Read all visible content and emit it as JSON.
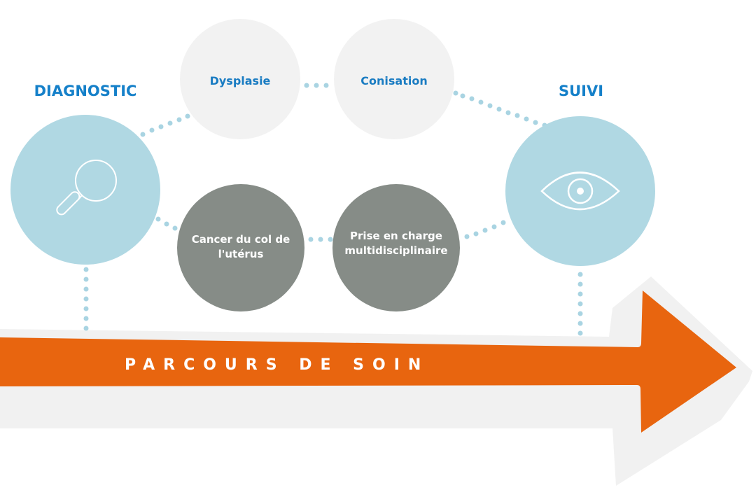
{
  "diagram": {
    "title": "Parcours de soin",
    "colors": {
      "blue_heading": "#1580c9",
      "light_blue_circle": "#b0d8e3",
      "light_grey_circle": "#f2f2f2",
      "dark_grey_circle": "#868c87",
      "dot_connector": "#a9d4e2",
      "orange_arrow": "#e8650f",
      "arrow_shadow": "#f1f1f1"
    },
    "stages": {
      "diagnostic": {
        "heading": "DIAGNOSTIC",
        "icon": "magnifier-icon"
      },
      "suivi": {
        "heading": "SUIVI",
        "icon": "eye-icon"
      }
    },
    "top_nodes": [
      {
        "label": "Dysplasie"
      },
      {
        "label": "Conisation"
      }
    ],
    "bottom_nodes": [
      {
        "line1": "Cancer du col de",
        "line2": "l'utérus"
      },
      {
        "line1": "Prise en charge",
        "line2": "multidisciplinaire"
      }
    ],
    "arrow": {
      "label": "PARCOURS DE SOIN"
    }
  }
}
